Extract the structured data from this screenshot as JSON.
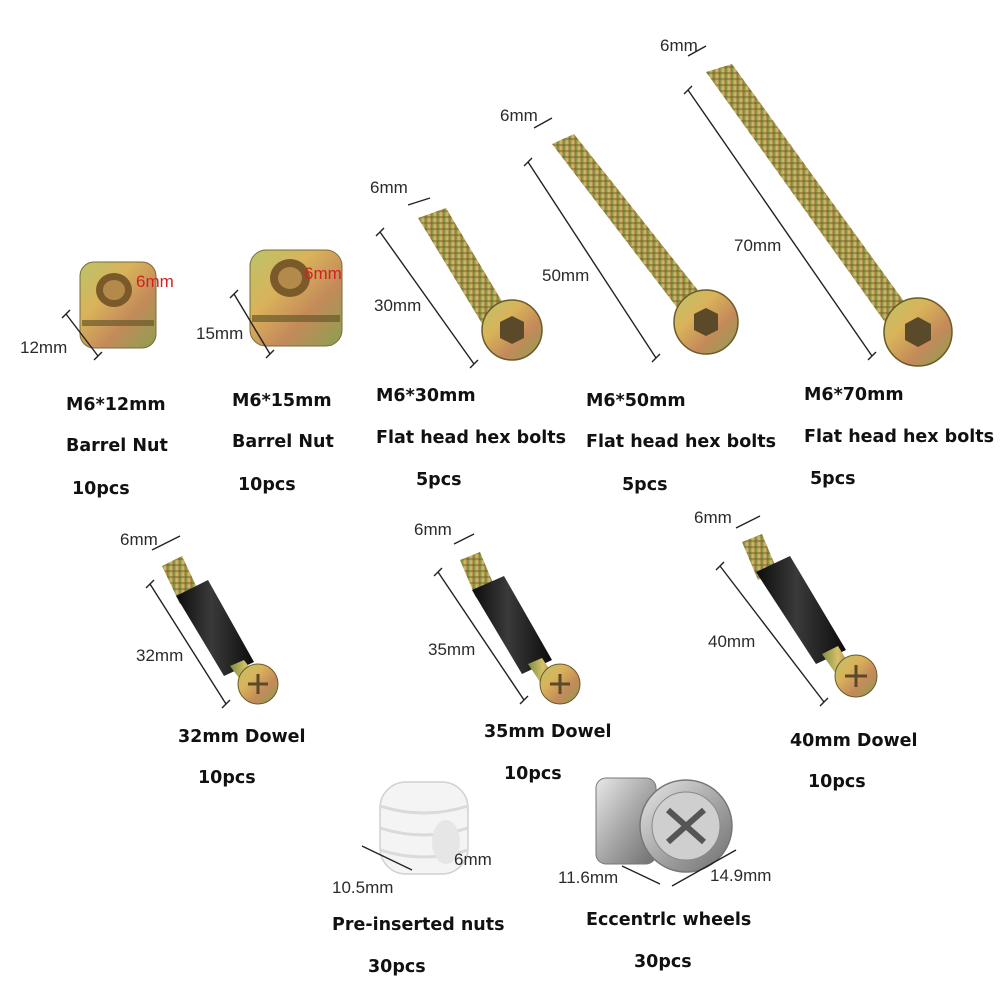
{
  "items": [
    {
      "name": "M6*12mm",
      "type": "Barrel Nut",
      "qty": "10pcs",
      "dim_a": "12mm",
      "dim_b": "6mm"
    },
    {
      "name": "M6*15mm",
      "type": "Barrel Nut",
      "qty": "10pcs",
      "dim_a": "15mm",
      "dim_b": "6mm"
    },
    {
      "name": "M6*30mm",
      "type": "Flat head hex bolts",
      "qty": "5pcs",
      "dim_a": "30mm",
      "dim_b": "6mm"
    },
    {
      "name": "M6*50mm",
      "type": "Flat head hex bolts",
      "qty": "5pcs",
      "dim_a": "50mm",
      "dim_b": "6mm"
    },
    {
      "name": "M6*70mm",
      "type": "Flat head hex bolts",
      "qty": "5pcs",
      "dim_a": "70mm",
      "dim_b": "6mm"
    },
    {
      "name": "32mm Dowel",
      "qty": "10pcs",
      "dim_a": "32mm",
      "dim_b": "6mm"
    },
    {
      "name": "35mm Dowel",
      "qty": "10pcs",
      "dim_a": "35mm",
      "dim_b": "6mm"
    },
    {
      "name": "40mm Dowel",
      "qty": "10pcs",
      "dim_a": "40mm",
      "dim_b": "6mm"
    },
    {
      "name": "Pre-inserted nuts",
      "qty": "30pcs",
      "dim_a": "10.5mm",
      "dim_b": "6mm"
    },
    {
      "name": "Eccentrlc wheels",
      "qty": "30pcs",
      "dim_a": "11.6mm",
      "dim_b": "14.9mm"
    }
  ],
  "colors": {
    "zinc_gold": "#c8a94a",
    "zinc_green": "#8fa653",
    "zinc_red": "#b87a52",
    "dowel_body": "#1e1e1e",
    "nylon_nut": "#f4f4f4",
    "cam_metal": "#b8b8b8",
    "label_red": "#d42020"
  }
}
